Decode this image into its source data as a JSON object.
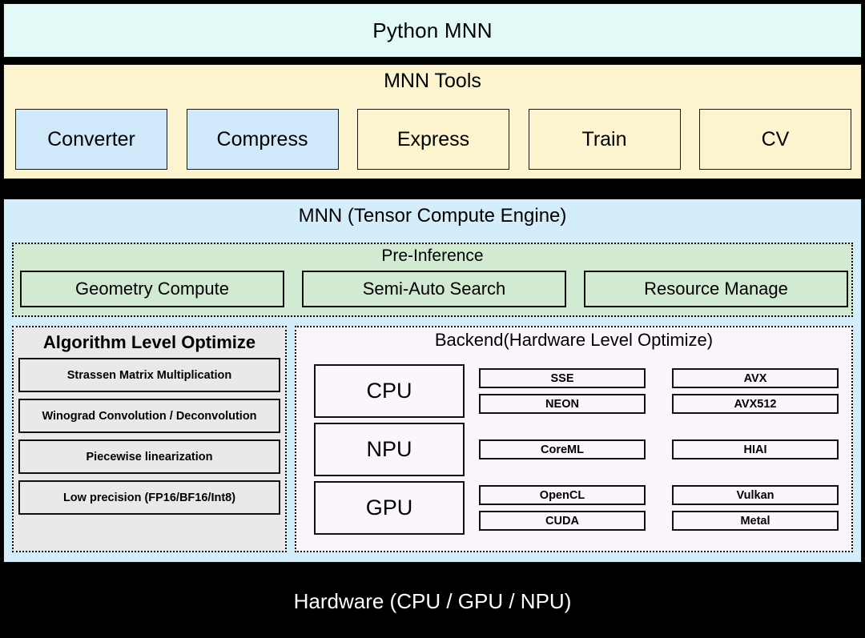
{
  "layers": {
    "python": {
      "title": "Python MNN"
    },
    "tools": {
      "title": "MNN Tools",
      "items": [
        {
          "label": "Converter",
          "highlight": true
        },
        {
          "label": "Compress",
          "highlight": true
        },
        {
          "label": "Express",
          "highlight": false
        },
        {
          "label": "Train",
          "highlight": false
        },
        {
          "label": "CV",
          "highlight": false
        }
      ]
    },
    "engine": {
      "title": "MNN (Tensor Compute Engine)",
      "pre_inference": {
        "title": "Pre-Inference",
        "items": [
          "Geometry Compute",
          "Semi-Auto Search",
          "Resource Manage"
        ]
      },
      "algorithm": {
        "title": "Algorithm Level Optimize",
        "items": [
          "Strassen Matrix Multiplication",
          "Winograd Convolution / Deconvolution",
          "Piecewise linearization",
          "Low precision (FP16/BF16/Int8)"
        ]
      },
      "backend": {
        "title": "Backend(Hardware Level Optimize)",
        "rows": [
          {
            "unit": "CPU",
            "left": [
              "SSE",
              "NEON"
            ],
            "right": [
              "AVX",
              "AVX512"
            ]
          },
          {
            "unit": "NPU",
            "left": [
              "CoreML"
            ],
            "right": [
              "HIAI"
            ]
          },
          {
            "unit": "GPU",
            "left": [
              "OpenCL",
              "CUDA"
            ],
            "right": [
              "Vulkan",
              "Metal"
            ]
          }
        ]
      }
    },
    "hardware": {
      "title": "Hardware (CPU / GPU / NPU)"
    }
  },
  "colors": {
    "python_bg": "#e1faf7",
    "tools_bg": "#fbf4cf",
    "tools_highlight": "#cfe9fb",
    "engine_bg": "#d4edfb",
    "pre_inference_bg": "#d2ead2",
    "algorithm_bg": "#e9e9e9",
    "backend_bg": "#faf6fc",
    "hardware_bg": "#000000",
    "hardware_text": "#ffffff"
  }
}
